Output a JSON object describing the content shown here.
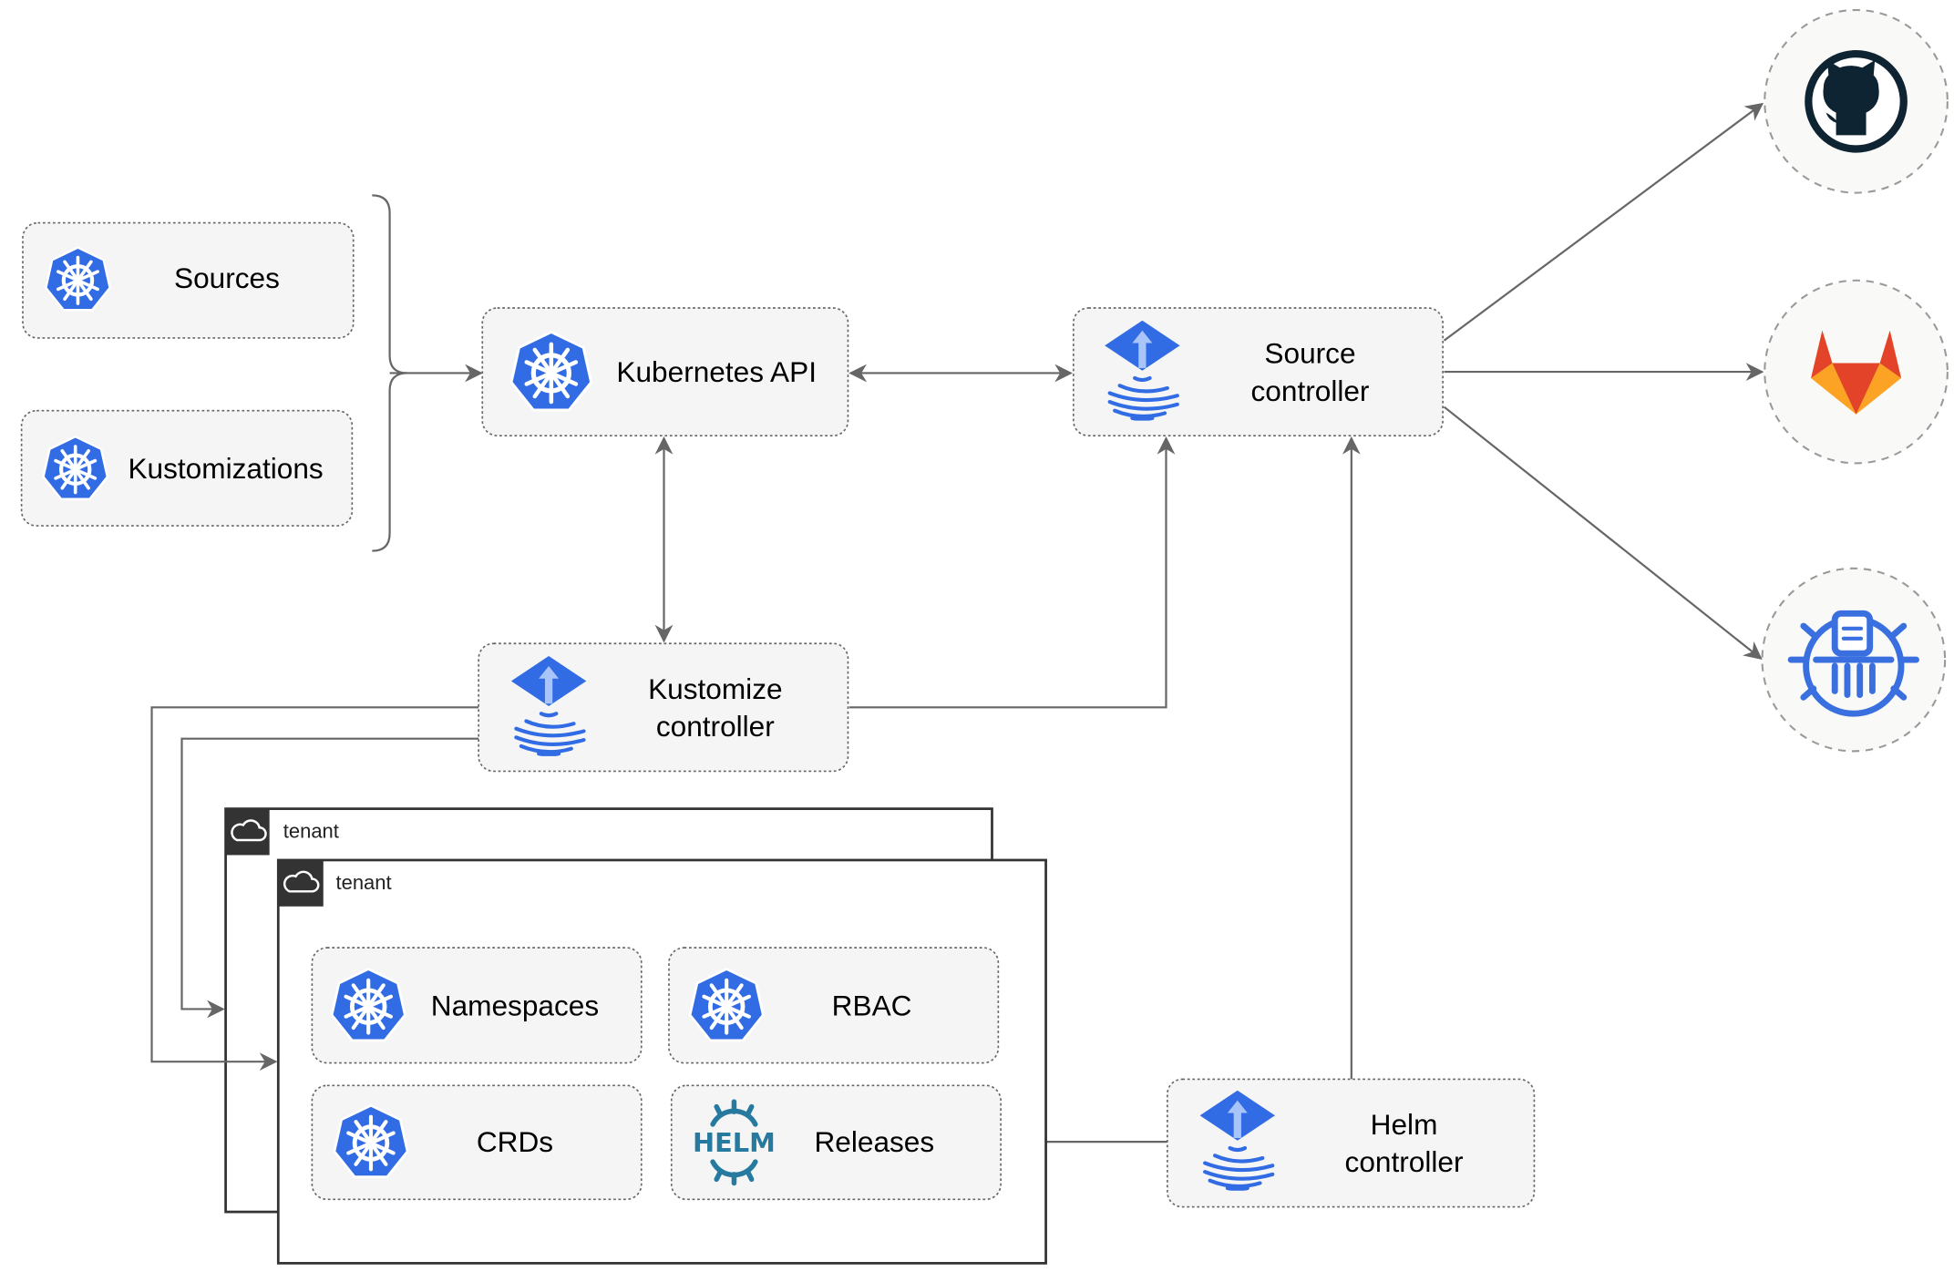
{
  "nodes": {
    "sources": "Sources",
    "kustomizations": "Kustomizations",
    "kubernetes_api": "Kubernetes API",
    "source_controller": [
      "Source",
      "controller"
    ],
    "kustomize_controller": [
      "Kustomize",
      "controller"
    ],
    "helm_controller": [
      "Helm",
      "controller"
    ],
    "namespaces": "Namespaces",
    "rbac": "RBAC",
    "crds": "CRDs",
    "releases": "Releases"
  },
  "tenants": [
    "tenant",
    "tenant"
  ],
  "helm_logo_text": "HELM",
  "icons": {
    "kubernetes": "kubernetes-icon",
    "flux": "flux-icon",
    "helm": "helm-icon",
    "github": "github-icon",
    "gitlab": "gitlab-icon",
    "bucket": "bucket-icon",
    "cloud": "cloud-icon"
  },
  "colors": {
    "kubernetes_blue": "#326ce5",
    "edge": "#666666",
    "helm": "#277a9f",
    "github": "#0f2433",
    "gitlab_red": "#e24329",
    "gitlab_orange": "#fca326"
  }
}
